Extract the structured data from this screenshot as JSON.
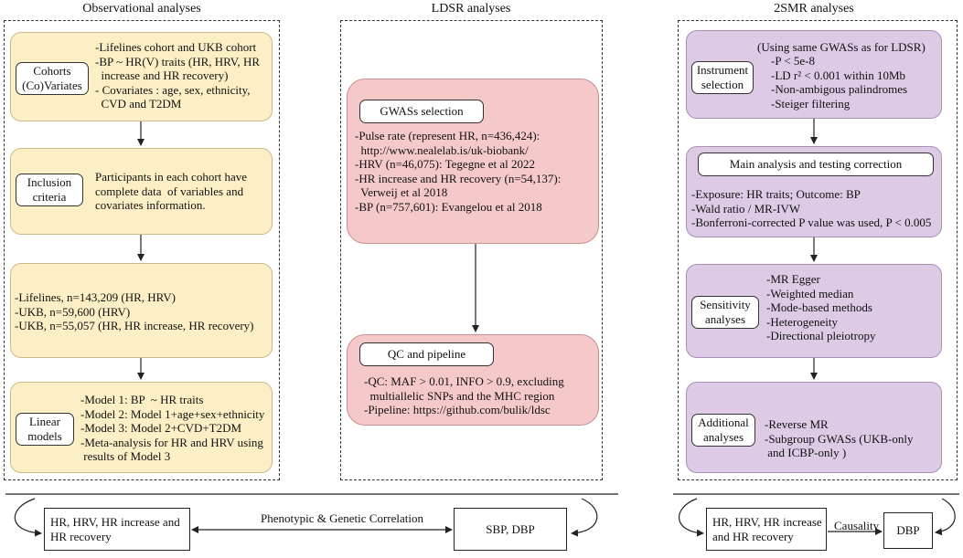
{
  "observational": {
    "title": "Observational analyses",
    "cohorts_label": "Cohorts\n(Co)Variates",
    "cohorts_text": "-Lifelines cohort and UKB cohort\n-BP ~ HR(V) traits (HR, HRV, HR\n  increase and HR recovery)\n- Covariates : age, sex, ethnicity,\n  CVD and T2DM",
    "inclusion_label": "Inclusion\ncriteria",
    "inclusion_text": "Participants in each cohort have\ncomplete data  of variables and\ncovariates information.",
    "samples_text": "-Lifelines, n=143,209 (HR, HRV)\n-UKB, n=59,600 (HRV)\n-UKB, n=55,057 (HR, HR increase, HR recovery)",
    "linear_label": "Linear\nmodels",
    "linear_text": "-Model 1: BP  ~ HR traits\n-Model 2: Model 1+age+sex+ethnicity\n-Model 3: Model 2+CVD+T2DM\n-Meta-analysis for HR and HRV using\n results of Model 3"
  },
  "ldsr": {
    "title": "LDSR analyses",
    "gwas_label": "GWASs selection",
    "gwas_text": "-Pulse rate (represent HR, n=436,424):\n  http://www.nealelab.is/uk-biobank/\n-HRV (n=46,075): Tegegne et al 2022\n-HR increase and HR recovery (n=54,137):\n  Verweij et al 2018\n-BP (n=757,601): Evangelou et al 2018",
    "qc_label": "QC and pipeline",
    "qc_text": "-QC: MAF > 0.01, INFO > 0.9, excluding\n  multiallelic SNPs and the MHC region\n-Pipeline: https://github.com/bulik/ldsc"
  },
  "smr": {
    "title": "2SMR analyses",
    "instrument_label": "Instrument\nselection",
    "instrument_header": "(Using same GWASs as for LDSR)",
    "instrument_text": "-P < 5e-8\n-LD r² < 0.001 within 10Mb\n-Non-ambigous palindromes\n-Steiger filtering",
    "main_label": "Main analysis and testing correction",
    "main_text": "-Exposure: HR traits; Outcome: BP\n-Wald ratio / MR-IVW\n-Bonferroni-corrected P value was used, P < 0.005",
    "sensitivity_label": "Sensitivity\nanalyses",
    "sensitivity_text": "-MR Egger\n-Weighted median\n-Mode-based methods\n-Heterogeneity\n-Directional pleiotropy",
    "additional_label": "Additional\nanalyses",
    "additional_text": "-Reverse MR\n-Subgroup GWASs (UKB-only\n and ICBP-only )"
  },
  "bottom": {
    "left_box": "HR, HRV, HR increase and\nHR recovery",
    "correlation_label": "Phenotypic & Genetic Correlation",
    "mid_box": "SBP, DBP",
    "right_box": "HR, HRV, HR increase\nand HR recovery",
    "causality_label": "Causality",
    "dbp_box": "DBP"
  }
}
